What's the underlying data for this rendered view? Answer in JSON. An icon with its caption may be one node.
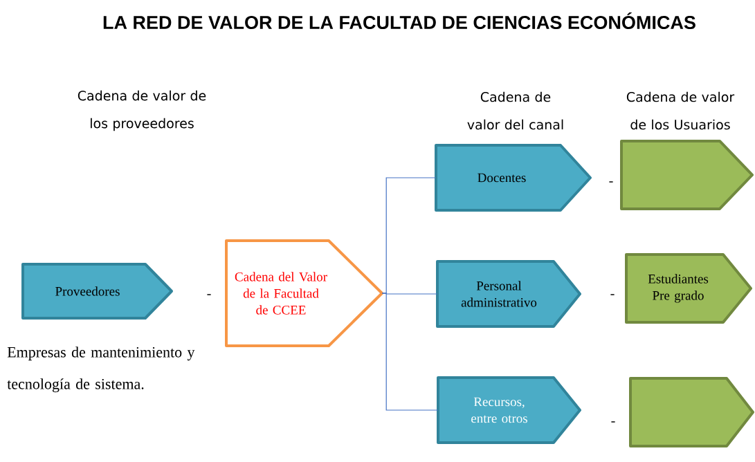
{
  "diagram": {
    "title": "LA RED DE VALOR DE LA FACULTAD DE CIENCIAS ECONÓMICAS",
    "nodes": [
      {
        "text": [
          "Proveedores"
        ]
      },
      {
        "text": [
          "Cadena del Valor de la Facultad de CCEE"
        ]
      },
      {
        "text": [
          "Docentes"
        ]
      },
      {
        "text": [
          "Personal administrativo"
        ]
      },
      {
        "text": [
          "Recursos, entre otros"
        ]
      },
      {
        "text": [],
        "shape": "box"
      },
      {
        "text": [
          "Estudiantes Pre grado"
        ]
      },
      {
        "text": [],
        "shape": "box"
      }
    ],
    "edges": [
      {
        "from": 1,
        "to": 2,
        "arrow": "none"
      },
      {
        "from": 1,
        "to": 3,
        "arrow": "none"
      },
      {
        "from": 1,
        "to": 4,
        "arrow": "none"
      }
    ],
    "labels": [
      "Cadena de valor de los proveedores",
      "Cadena de valor del canal",
      "Cadena de valor de los Usuarios",
      "-",
      "-",
      "-",
      "-",
      "Empresas de mantenimiento y tecnología de sistema."
    ]
  }
}
